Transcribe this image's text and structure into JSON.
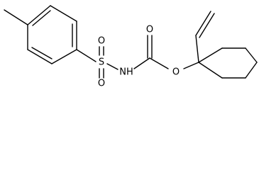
{
  "molecule": {
    "atoms": {
      "s1": "S",
      "o_s_top": "O",
      "o_s_bottom": "O",
      "nh": "NH",
      "o_carbonyl": "O",
      "o_ester": "O"
    }
  }
}
